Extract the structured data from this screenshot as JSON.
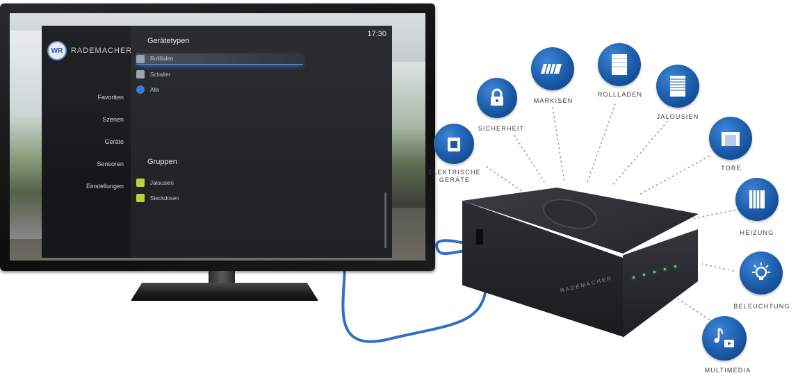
{
  "tv_ui": {
    "brand": "RADEMACHER",
    "logo_mark": "WR",
    "clock": "17:30",
    "sidebar": [
      "Favoriten",
      "Szenen",
      "Geräte",
      "Sensoren",
      "Einstellungen"
    ],
    "device_types_title": "Gerätetypen",
    "device_types": [
      "Rollläden",
      "Schalter",
      "Alle"
    ],
    "groups_title": "Gruppen",
    "groups": [
      "Jalousien",
      "Steckdosen"
    ]
  },
  "hub": {
    "brand": "RADEMACHER"
  },
  "features": {
    "elektrische_geraete": "ELEKTRISCHE\nGERÄTE",
    "sicherheit": "SICHERHEIT",
    "markisen": "MARKISEN",
    "rollladen": "ROLLLADEN",
    "jalousien": "JALOUSIEN",
    "tore": "TORE",
    "heizung": "HEIZUNG",
    "beleuchtung": "BELEUCHTUNG",
    "multimedia": "MULTIMEDIA"
  },
  "colors": {
    "bubble_blue": "#1a5aa8",
    "cable_blue": "#2f6fc4",
    "led_green": "#5ee07a"
  }
}
